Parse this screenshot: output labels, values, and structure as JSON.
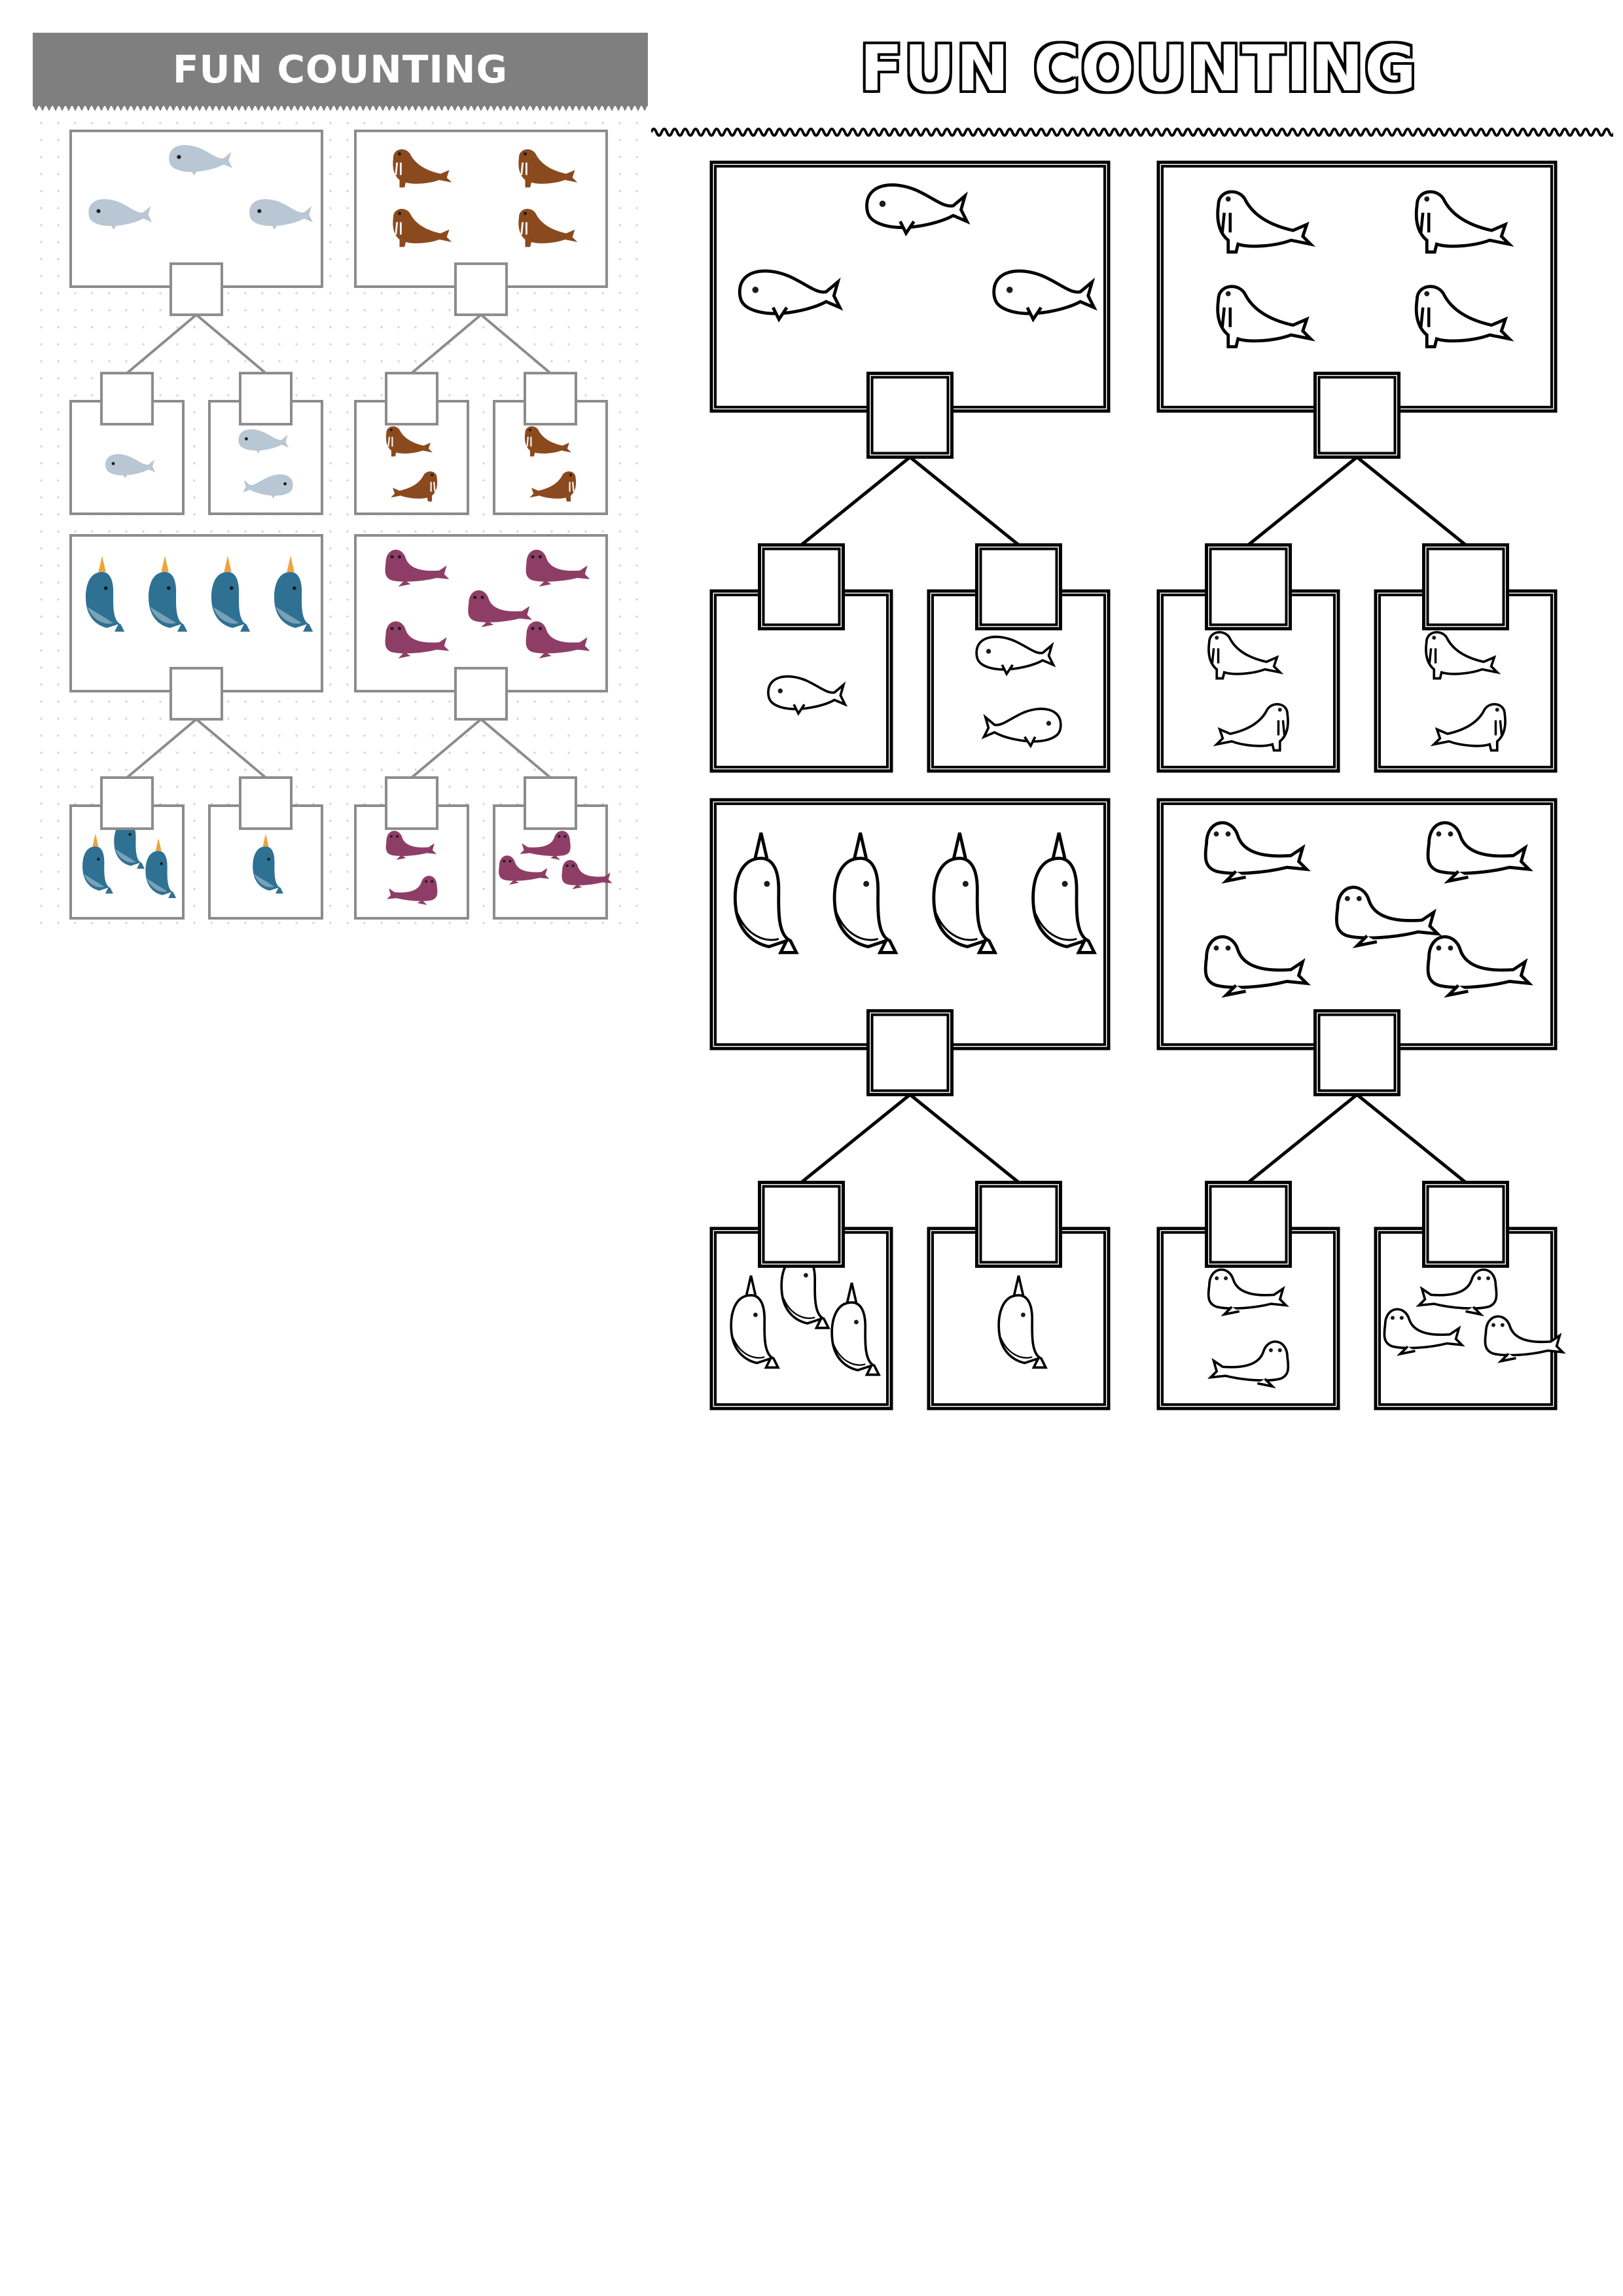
{
  "worksheet_colored": {
    "title": "FUN COUNTING",
    "banner_color": "#7f7f7f",
    "puzzles": [
      {
        "animal": "beluga-whale",
        "color": "#b9c6d3",
        "total_count": 3,
        "left_count": 1,
        "right_count": 2
      },
      {
        "animal": "walrus",
        "color": "#8a4a1e",
        "total_count": 4,
        "left_count": 2,
        "right_count": 2
      },
      {
        "animal": "narwhal",
        "color": "#2f7193",
        "total_count": 4,
        "left_count": 3,
        "right_count": 1
      },
      {
        "animal": "seal",
        "color": "#8e3e66",
        "total_count": 5,
        "left_count": 2,
        "right_count": 3
      }
    ]
  },
  "worksheet_coloring": {
    "title": "FUN COUNTING",
    "puzzles": [
      {
        "animal": "beluga-whale",
        "total_count": 3,
        "left_count": 1,
        "right_count": 2
      },
      {
        "animal": "walrus",
        "total_count": 4,
        "left_count": 2,
        "right_count": 2
      },
      {
        "animal": "narwhal",
        "total_count": 4,
        "left_count": 3,
        "right_count": 1
      },
      {
        "animal": "seal",
        "total_count": 5,
        "left_count": 2,
        "right_count": 3
      }
    ]
  }
}
